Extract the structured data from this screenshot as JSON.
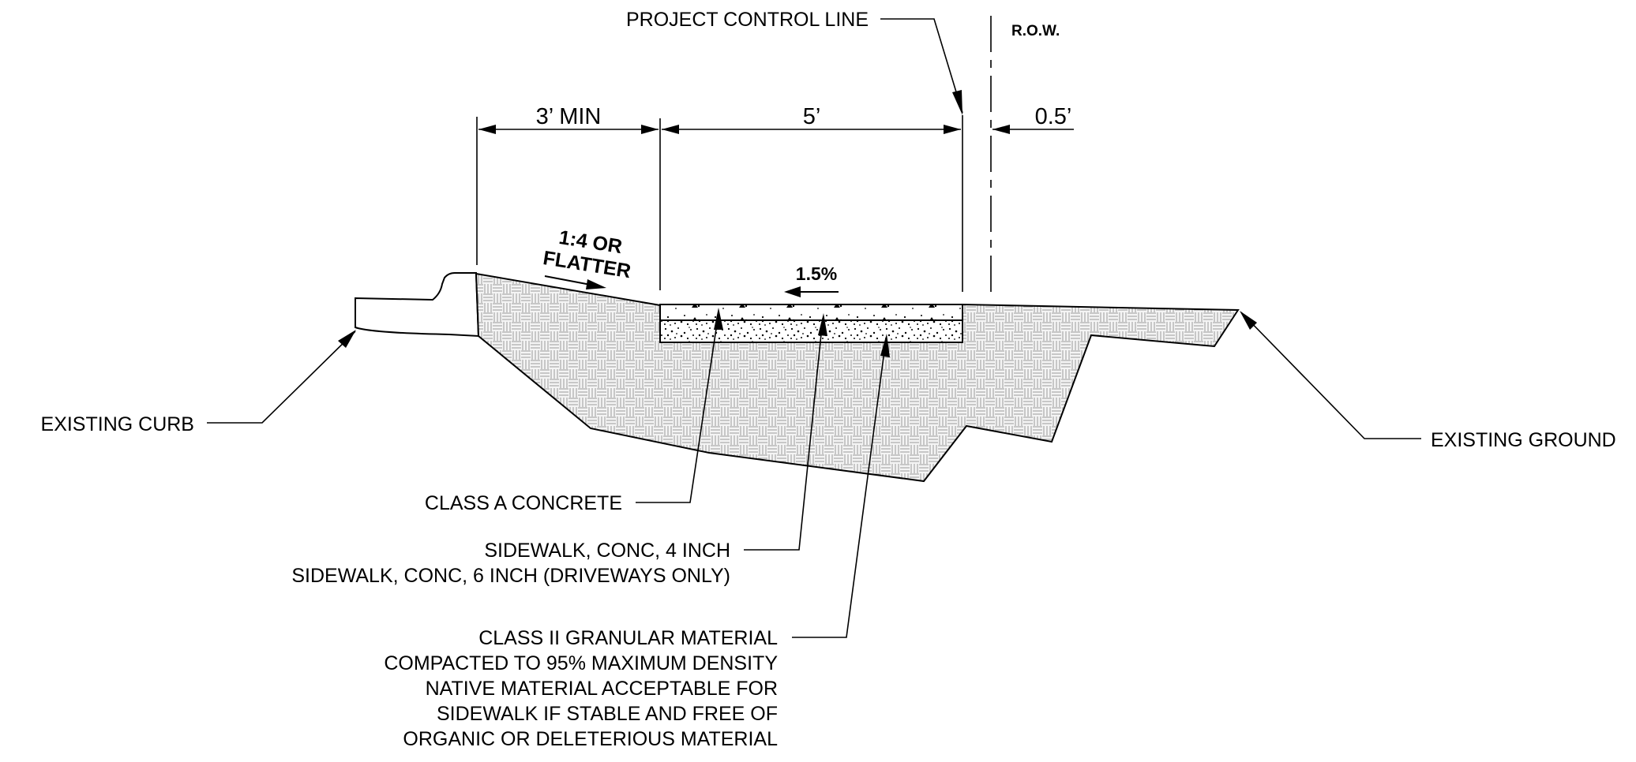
{
  "labels": {
    "project_control_line": "PROJECT CONTROL LINE",
    "row": "R.O.W.",
    "existing_curb": "EXISTING CURB",
    "existing_ground": "EXISTING GROUND",
    "class_a_concrete": "CLASS A CONCRETE",
    "sidewalk": [
      "SIDEWALK, CONC, 4 INCH",
      "SIDEWALK, CONC, 6 INCH (DRIVEWAYS ONLY)"
    ],
    "granular": [
      "CLASS II GRANULAR MATERIAL",
      "COMPACTED TO 95% MAXIMUM DENSITY",
      "NATIVE MATERIAL ACCEPTABLE FOR",
      "SIDEWALK IF STABLE AND FREE OF",
      "ORGANIC OR DELETERIOUS MATERIAL"
    ]
  },
  "dimensions": {
    "left": "3’  MIN",
    "middle": "5’",
    "right": "0.5’"
  },
  "slopes": {
    "side_slope": [
      "1:4 OR",
      "FLATTER"
    ],
    "cross_slope": "1.5%"
  }
}
